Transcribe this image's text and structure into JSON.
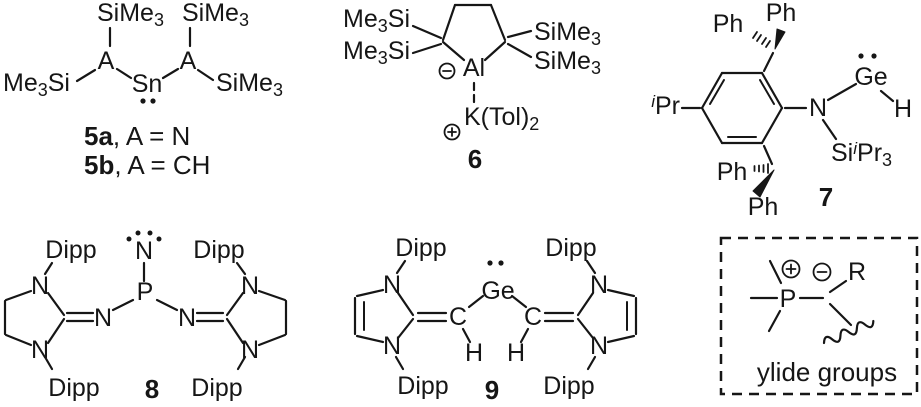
{
  "figure": {
    "background": "#ffffff",
    "ink": "#161616"
  },
  "frag": {
    "Si": "Si",
    "Me": "Me",
    "sub3": "3",
    "sub2": "2",
    "A": "A",
    "Sn": "Sn",
    "Al": "Al",
    "K_Tol": "K(Tol)",
    "N": "N",
    "P": "P",
    "C": "C",
    "H": "H",
    "R": "R",
    "Ge": "Ge",
    "Ph": "Ph",
    "i": "i",
    "Pr": "Pr",
    "Dipp": "Dipp"
  },
  "compounds": {
    "c5": {
      "id_a": "5a",
      "a_def": ", A = N",
      "id_b": "5b",
      "b_def": ", A = CH"
    },
    "c6": {
      "id": "6"
    },
    "c7": {
      "id": "7"
    },
    "c8": {
      "id": "8"
    },
    "c9": {
      "id": "9"
    },
    "ylide": {
      "caption": "ylide groups"
    }
  }
}
